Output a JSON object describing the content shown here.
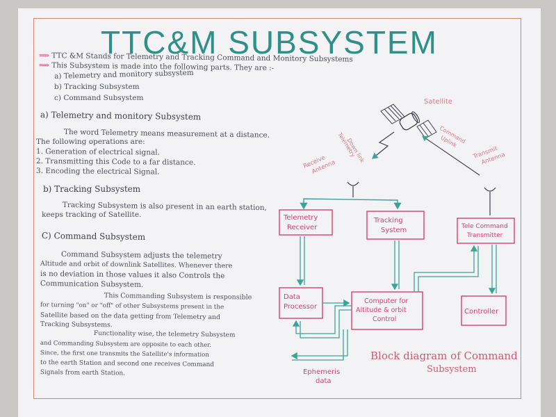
{
  "title": "TTC&M SUBSYSTEM",
  "intro": {
    "line1_arrow": "⟹",
    "line1": "TTC &M Stands for Telemetry and Tracking Command and Monitory Subsystems",
    "line2_arrow": "⟹",
    "line2": "This Subsystem is made into the following parts. They are :-",
    "parts": [
      "a) Telemetry and monitory subsystem",
      "b) Tracking Subsystem",
      "c) Command Subsystem"
    ]
  },
  "section_a": {
    "heading": "a) Telemetry and monitory Subsystem",
    "line1": "The word Telemetry means measurement at a distance.",
    "line2": "The following operations are:",
    "items": [
      "1. Generation of electrical signal.",
      "2. Transmitting this Code to a far distance.",
      "3. Encoding the electrical Signal."
    ]
  },
  "section_b": {
    "heading": "b) Tracking Subsystem",
    "line1": "Tracking Subsystem is also present in an earth station,",
    "line2": "keeps tracking of Satellite."
  },
  "section_c": {
    "heading": "C) Command Subsystem",
    "lines": [
      "Command Subsystem adjusts the telemetry",
      "Altitude and orbit of downlink Satellites. Whenever there",
      "is no deviation in those values it also Controls the",
      "Communication Subsystem.",
      "This Commanding Subsystem is responsible",
      "for turning \"on\" or \"off\" of other Subsystems present in the",
      "Satellite based on the data getting from Telemetry and",
      "Tracking Subsystems.",
      "Functionality wise, the telemetry Subsystem",
      "and Commanding Subsystem are opposite to each other.",
      "Since, the first one transmits the Satellite's information",
      "to the earth Station and second one receives Command",
      "Signals from earth Station."
    ]
  },
  "diagram": {
    "satellite_label": "Satellite",
    "downlink_label": [
      "Telemetry",
      "Down link"
    ],
    "uplink_label": [
      "Command",
      "Uplink"
    ],
    "receive_antenna_label": [
      "Receive",
      "Antenna"
    ],
    "transmit_antenna_label": [
      "Transmit",
      "Antenna"
    ],
    "blocks": {
      "telemetry_receiver": [
        "Telemetry",
        "Receiver"
      ],
      "tracking_system": [
        "Tracking",
        "System"
      ],
      "telecommand_transmitter": [
        "Tele Command",
        "Transmitter"
      ],
      "data_processor": [
        "Data",
        "Processor"
      ],
      "computer": [
        "Computer for",
        "Altitude & orbit",
        "Control"
      ],
      "controller": [
        "Controller"
      ]
    },
    "ephemeris_label": [
      "Ephemeris",
      "data"
    ],
    "caption_line1": "Block diagram of Command",
    "caption_line2": "Subsystem"
  },
  "colors": {
    "title": "#2f8f89",
    "blocks": "#d4426e",
    "arrows": "#3aa39a",
    "labels": "#d97a86",
    "text": "#4a4e5a",
    "border": "#d9826f"
  }
}
